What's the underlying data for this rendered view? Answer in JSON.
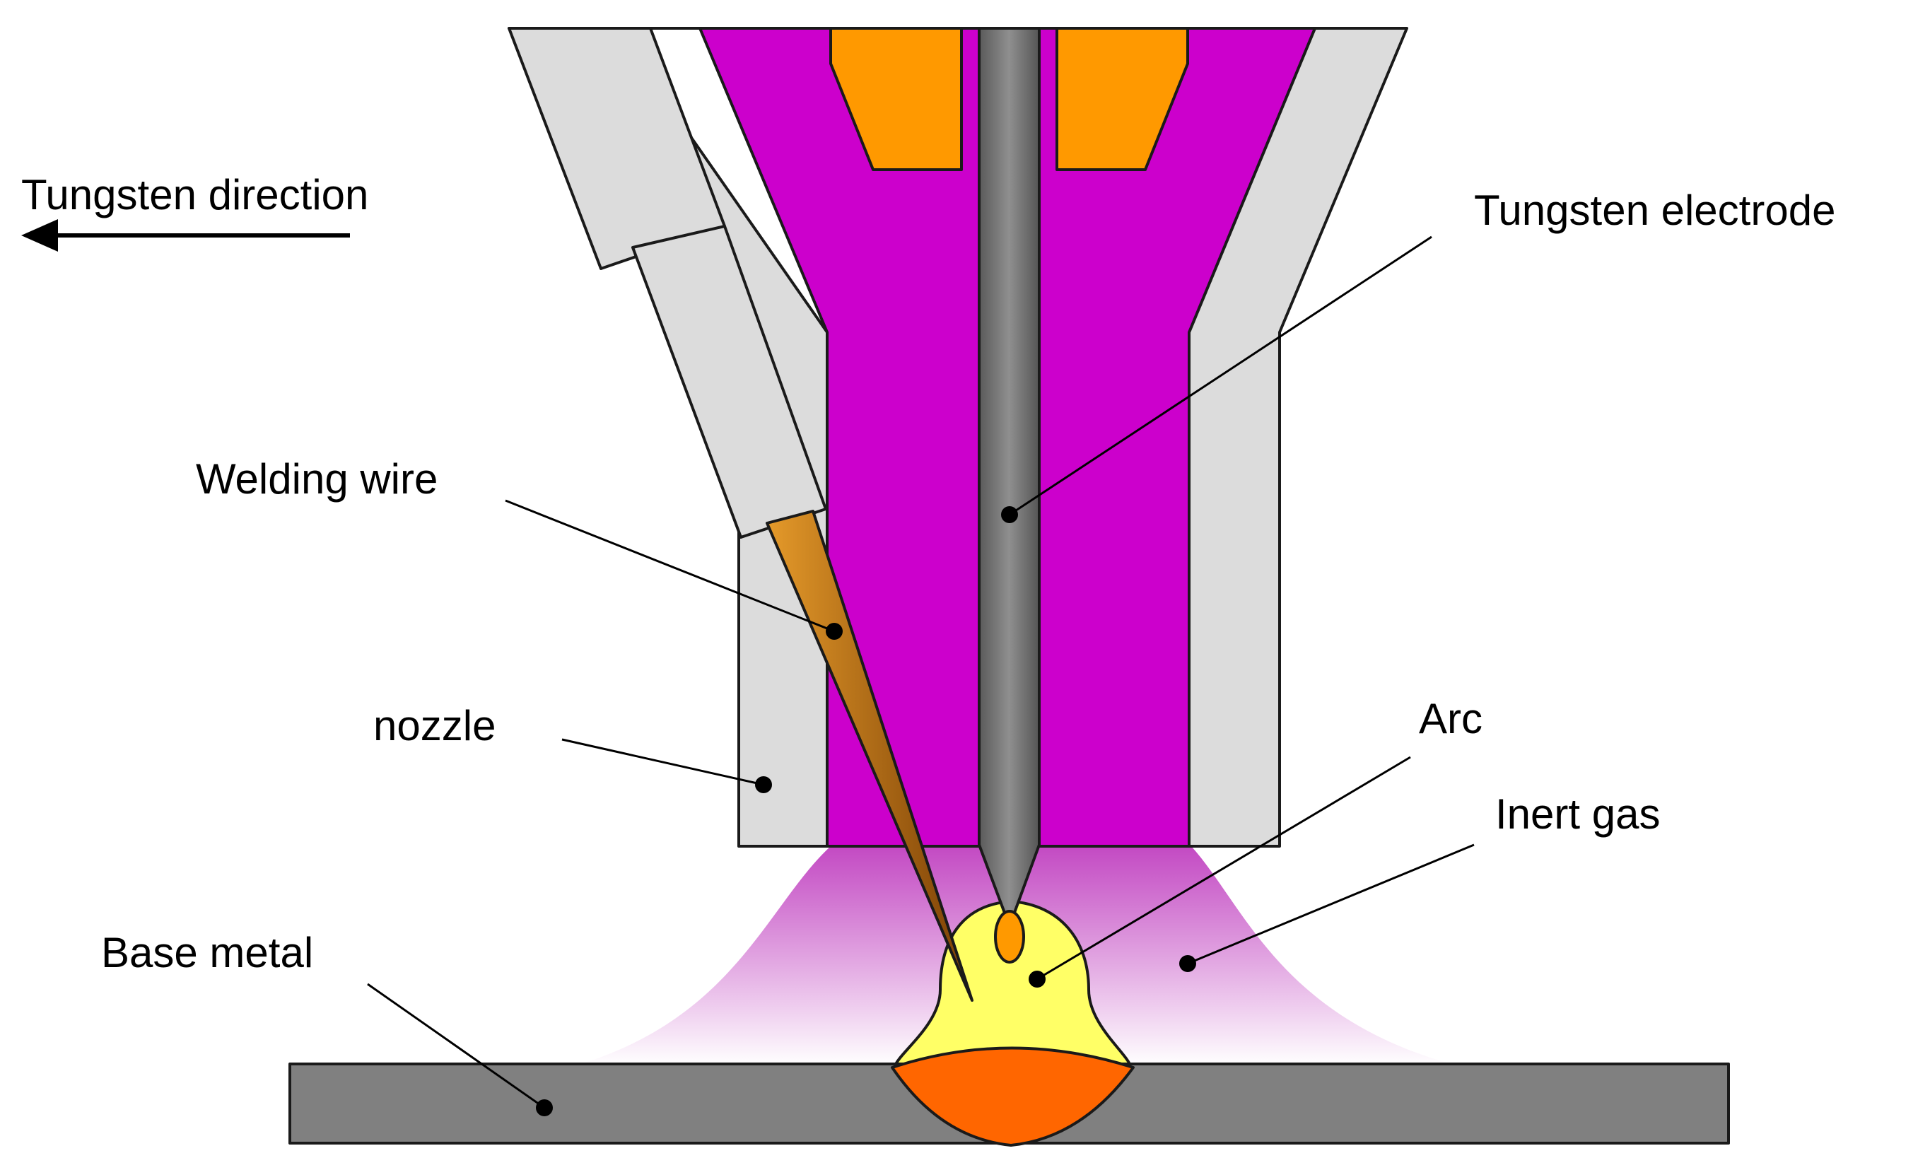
{
  "labels": {
    "direction": "Tungsten direction",
    "electrode": "Tungsten electrode",
    "welding_wire": "Welding wire",
    "nozzle": "nozzle",
    "arc": "Arc",
    "inert_gas": "Inert gas",
    "base_metal": "Base metal"
  },
  "colors": {
    "torch_body": "#cc00cc",
    "nozzle": "#dcdcdc",
    "collet": "#ff9900",
    "electrode": "#7a7a7a",
    "wire": "#c87a14",
    "arc": "#ffff66",
    "weld_pool": "#ff6600",
    "base_metal": "#808080",
    "inert_gas": "#c040c0"
  }
}
